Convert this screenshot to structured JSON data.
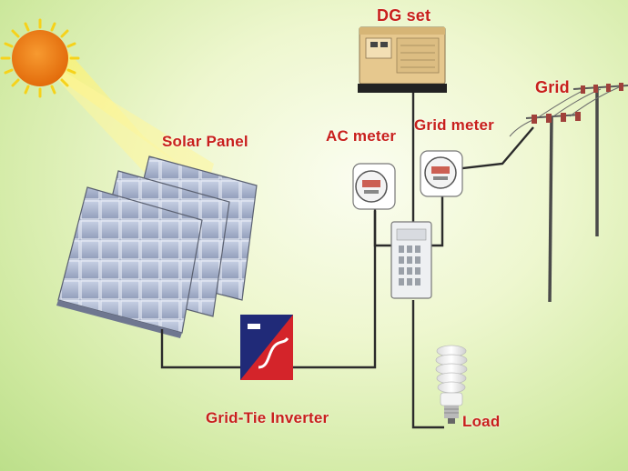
{
  "labels": {
    "solar_panel": "Solar Panel",
    "dg_set": "DG set",
    "ac_meter": "AC meter",
    "grid_meter": "Grid meter",
    "grid": "Grid",
    "grid_tie_inverter": "Grid-Tie Inverter",
    "load": "Load"
  },
  "colors": {
    "label_text": "#c8201c",
    "background_center": "#fbfdf0",
    "background_edge": "#bcdf8a",
    "sun": "#ef7a12",
    "sun_ray": "#fff37a",
    "panel": "#9aa8c6",
    "dg_set_body": "#e6c88e",
    "inverter_blue": "#202a78",
    "inverter_red": "#d4242a",
    "wire": "#2b2b2b"
  },
  "icons": [
    "sun-icon",
    "solar-panel-icon",
    "dg-set-icon",
    "ac-meter-icon",
    "grid-meter-icon",
    "distribution-board-icon",
    "grid-tie-inverter-icon",
    "load-bulb-icon",
    "grid-pole-icon"
  ]
}
